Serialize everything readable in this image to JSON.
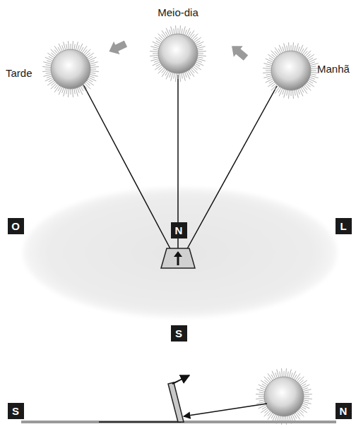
{
  "diagram": {
    "nodes": [
      {
        "text": [
          "O"
        ]
      },
      {
        "text": [
          "N"
        ]
      },
      {
        "text": [
          "L"
        ]
      },
      {
        "text": [
          "S"
        ]
      },
      {
        "text": [
          "S"
        ]
      },
      {
        "text": [
          "N"
        ]
      }
    ],
    "labels": [
      "Meio-dia",
      "Tarde",
      "Manhã"
    ]
  }
}
